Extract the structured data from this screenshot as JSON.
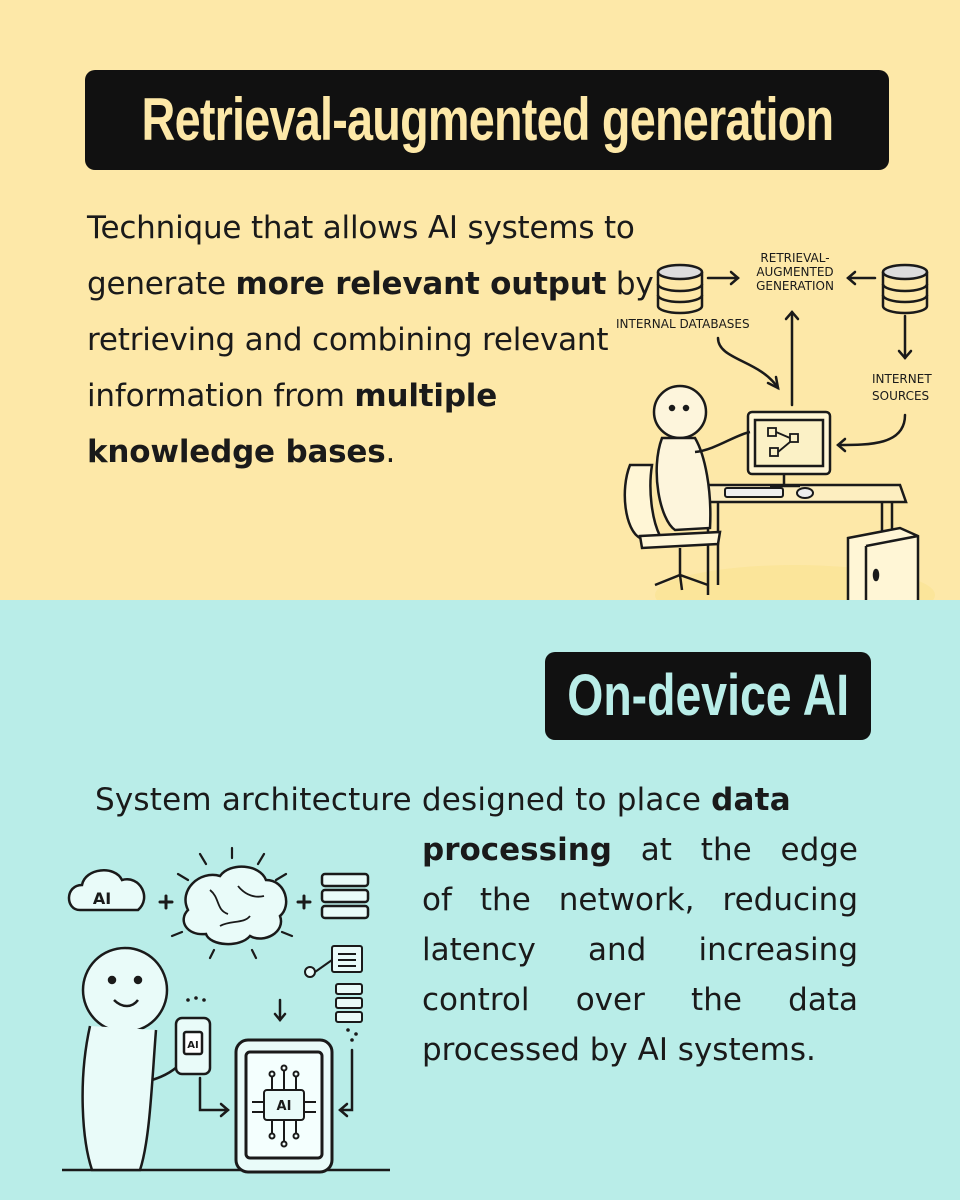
{
  "rag": {
    "title": "Retrieval-augmented generation",
    "desc_1": "Technique that allows AI systems to generate ",
    "desc_bold_1": "more relevant output",
    "desc_2": " by retrieving and combining relevant information from ",
    "desc_bold_2": "multiple knowledge bases",
    "desc_3": ".",
    "diagram": {
      "center_label_1": "RETRIEVAL-",
      "center_label_2": "AUGMENTED",
      "center_label_3": "GENERATION",
      "left_label": "INTERNAL DATABASES",
      "right_label_1": "INTERNET",
      "right_label_2": "SOURCES"
    }
  },
  "ondevice": {
    "title": "On-device AI",
    "lead": "System architecture designed to place ",
    "lead_bold": "data",
    "body_bold": "processing",
    "body_1": " at the edge",
    "body_2": "of the network, reducing",
    "body_3": "latency   and   increasing",
    "body_4": "control   over the data",
    "body_5": "processed by AI systems.",
    "icons": {
      "cloud_label": "AI",
      "phone_label": "AI",
      "tablet_label": "AI"
    }
  },
  "colors": {
    "top_background": "#fde8a8",
    "bottom_background": "#b9ede8",
    "title_box": "#111111"
  }
}
